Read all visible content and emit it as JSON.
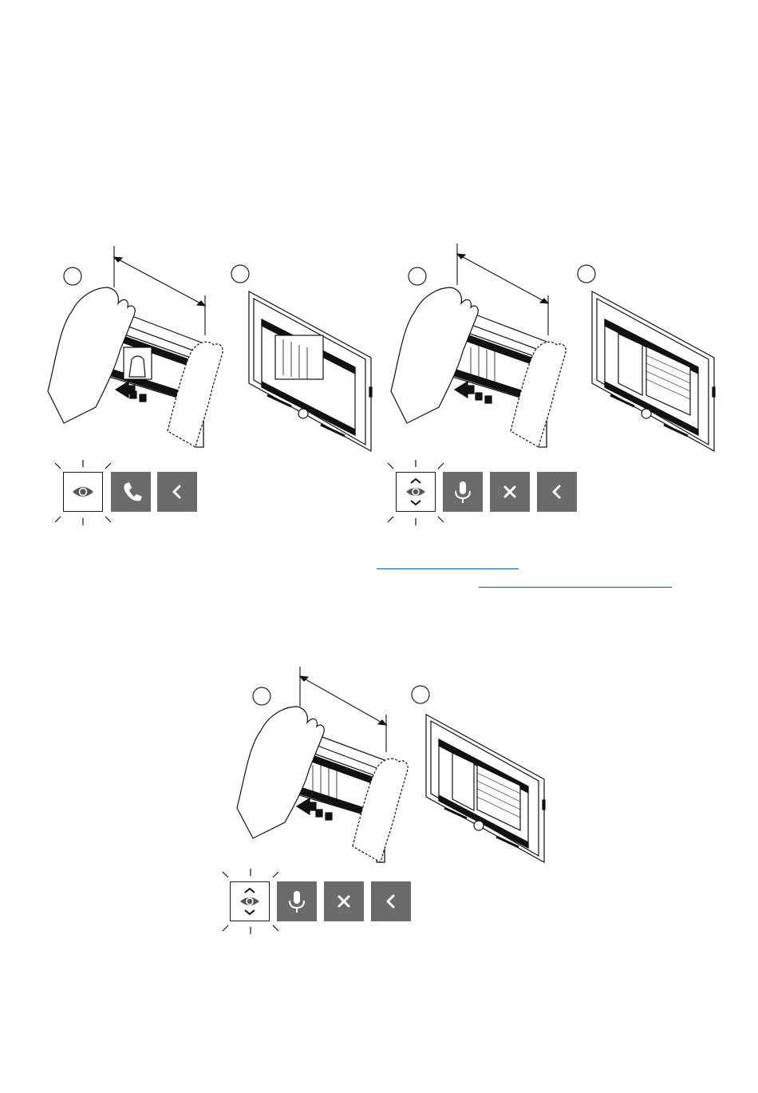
{
  "figures": [
    {
      "id": "figure-1",
      "steps": [
        "",
        ""
      ],
      "buttons": [
        "view",
        "call",
        "back"
      ]
    },
    {
      "id": "figure-2",
      "steps": [
        "",
        ""
      ],
      "buttons": [
        "view-cycle",
        "mic",
        "close",
        "back"
      ]
    },
    {
      "id": "figure-3",
      "steps": [
        "",
        ""
      ],
      "buttons": [
        "view-cycle",
        "mic",
        "close",
        "back"
      ]
    }
  ],
  "icons": {
    "view": "eye-icon",
    "view-cycle": "eye-cycle-icon",
    "call": "phone-icon",
    "mic": "microphone-icon",
    "close": "close-icon",
    "back": "chevron-left-icon"
  },
  "colors": {
    "button_gray": "#6b6b6b",
    "link_blue": "#0a5aa0",
    "line": "#1a1a1a"
  }
}
